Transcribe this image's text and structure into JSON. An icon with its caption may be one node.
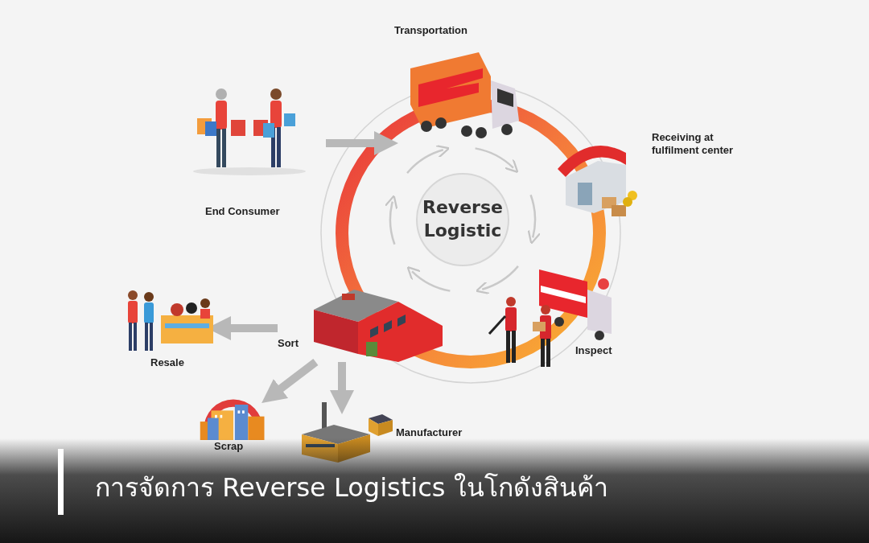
{
  "diagram": {
    "title": "การจัดการ Reverse Logistics ในโกดังสินค้า",
    "nodes": [
      {
        "text": [
          "End Consumer"
        ]
      },
      {
        "text": [
          "Transportation"
        ]
      },
      {
        "text": [
          "Receiving at fulfilment center"
        ]
      },
      {
        "text": [
          "Inspect"
        ]
      },
      {
        "text": [
          "Sort"
        ]
      },
      {
        "text": [
          "Resale"
        ]
      },
      {
        "text": [
          "Scrap"
        ]
      },
      {
        "text": [
          "Manufacturer"
        ]
      },
      {
        "text": [
          "Reverse Logistic"
        ]
      }
    ],
    "edges": [
      {
        "from": 0,
        "to": 1,
        "arrow": "to"
      },
      {
        "from": 4,
        "to": 5,
        "arrow": "to"
      },
      {
        "from": 4,
        "to": 6,
        "arrow": "to"
      },
      {
        "from": 4,
        "to": 7,
        "arrow": "to"
      }
    ]
  }
}
